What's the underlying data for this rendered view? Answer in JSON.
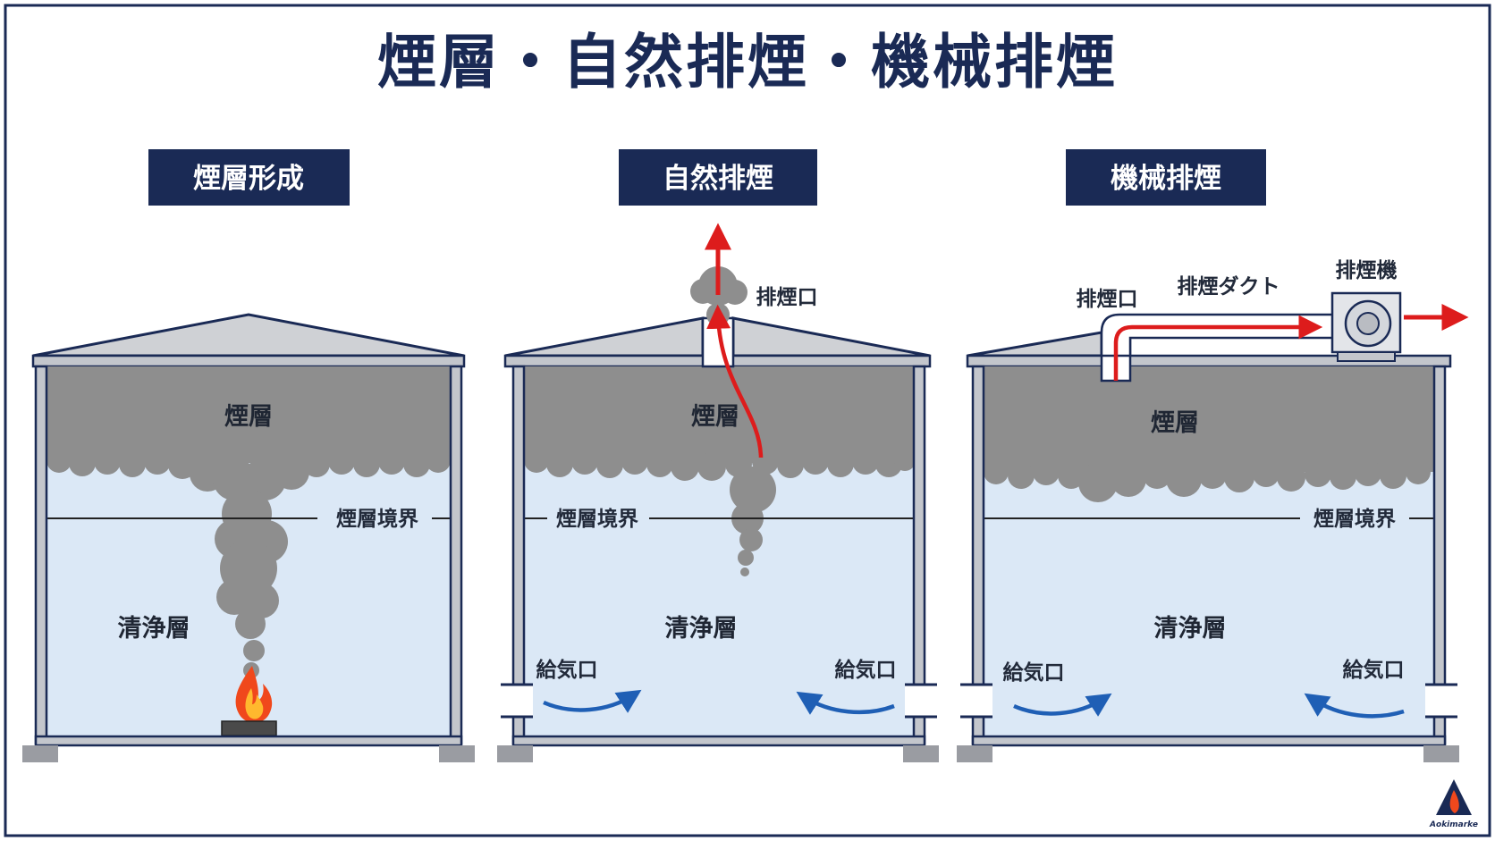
{
  "title": "煙層・自然排煙・機械排煙",
  "panels": [
    {
      "heading": "煙層形成",
      "smoke_layer": "煙層",
      "boundary": "煙層境界",
      "clean_layer": "清浄層"
    },
    {
      "heading": "自然排煙",
      "smoke_layer": "煙層",
      "boundary": "煙層境界",
      "clean_layer": "清浄層",
      "vent": "排煙口",
      "inlet_left": "給気口",
      "inlet_right": "給気口"
    },
    {
      "heading": "機械排煙",
      "smoke_layer": "煙層",
      "boundary": "煙層境界",
      "clean_layer": "清浄層",
      "vent": "排煙口",
      "duct": "排煙ダクト",
      "fan": "排煙機",
      "inlet_left": "給気口",
      "inlet_right": "給気口"
    }
  ],
  "logo": {
    "brand": "Aokimarke"
  },
  "colors": {
    "navy": "#1a2a55",
    "smoke": "#8e8e8e",
    "clean": "#dbe8f6",
    "red": "#dd1c1c",
    "air": "#1f5fb5"
  }
}
